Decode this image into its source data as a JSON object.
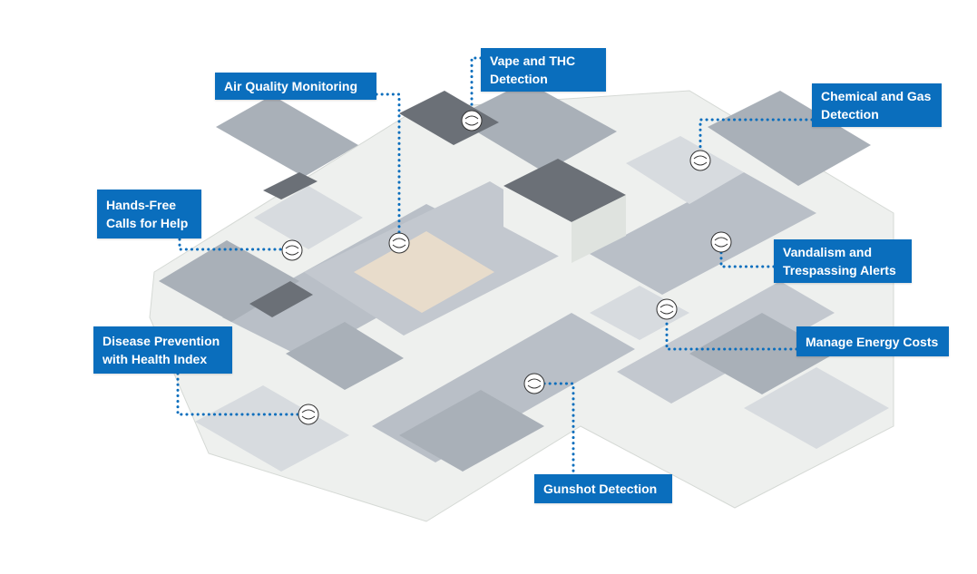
{
  "labels": {
    "air_quality": "Air Quality Monitoring",
    "vape_line1": "Vape and THC",
    "vape_line2": "Detection",
    "chemical_line1": "Chemical and Gas",
    "chemical_line2": "Detection",
    "hands_free_line1": "Hands-Free",
    "hands_free_line2": "Calls for Help",
    "vandalism_line1": "Vandalism and",
    "vandalism_line2": "Trespassing Alerts",
    "disease_line1": "Disease Prevention",
    "disease_line2": "with Health Index",
    "energy": "Manage Energy Costs",
    "gunshot": "Gunshot Detection"
  },
  "colors": {
    "label_bg": "#0a6ebd",
    "label_text": "#ffffff",
    "connector": "#0a6ebd",
    "floor": "#b9bfc7",
    "wall_light": "#f2f4f2",
    "wall_shade": "#dfe3df"
  },
  "icons": {
    "sensor": "sensor-icon"
  }
}
